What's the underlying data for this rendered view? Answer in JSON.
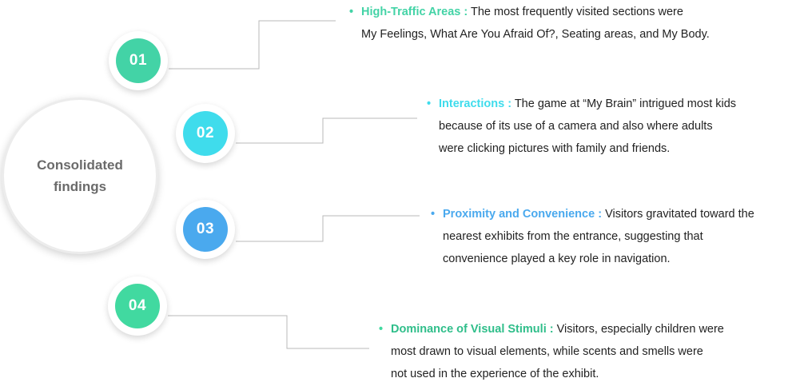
{
  "center": {
    "label_line1": "Consolidated",
    "label_line2": "findings"
  },
  "findings": [
    {
      "number": "01",
      "color": "#43d3a6",
      "title": "High-Traffic Areas :",
      "lines": [
        "The most frequently visited sections were",
        "My Feelings, What Are You Afraid Of?, Seating areas, and My Body."
      ]
    },
    {
      "number": "02",
      "color": "#3fdcec",
      "title": "Interactions :",
      "lines": [
        "The game at “My Brain” intrigued most kids",
        "because of its use of a camera and also where adults",
        "were clicking pictures with family and friends."
      ]
    },
    {
      "number": "03",
      "color": "#4aa9ee",
      "title": "Proximity and Convenience :",
      "lines": [
        "Visitors gravitated toward the",
        "nearest exhibits from the entrance, suggesting that",
        "convenience played a key role in navigation."
      ]
    },
    {
      "number": "04",
      "color": "#41d9a0",
      "title": "Dominance of Visual Stimuli :",
      "lines": [
        "Visitors, especially children were",
        "most drawn to visual elements, while scents and smells were",
        "not used in the experience of the exhibit."
      ]
    }
  ]
}
